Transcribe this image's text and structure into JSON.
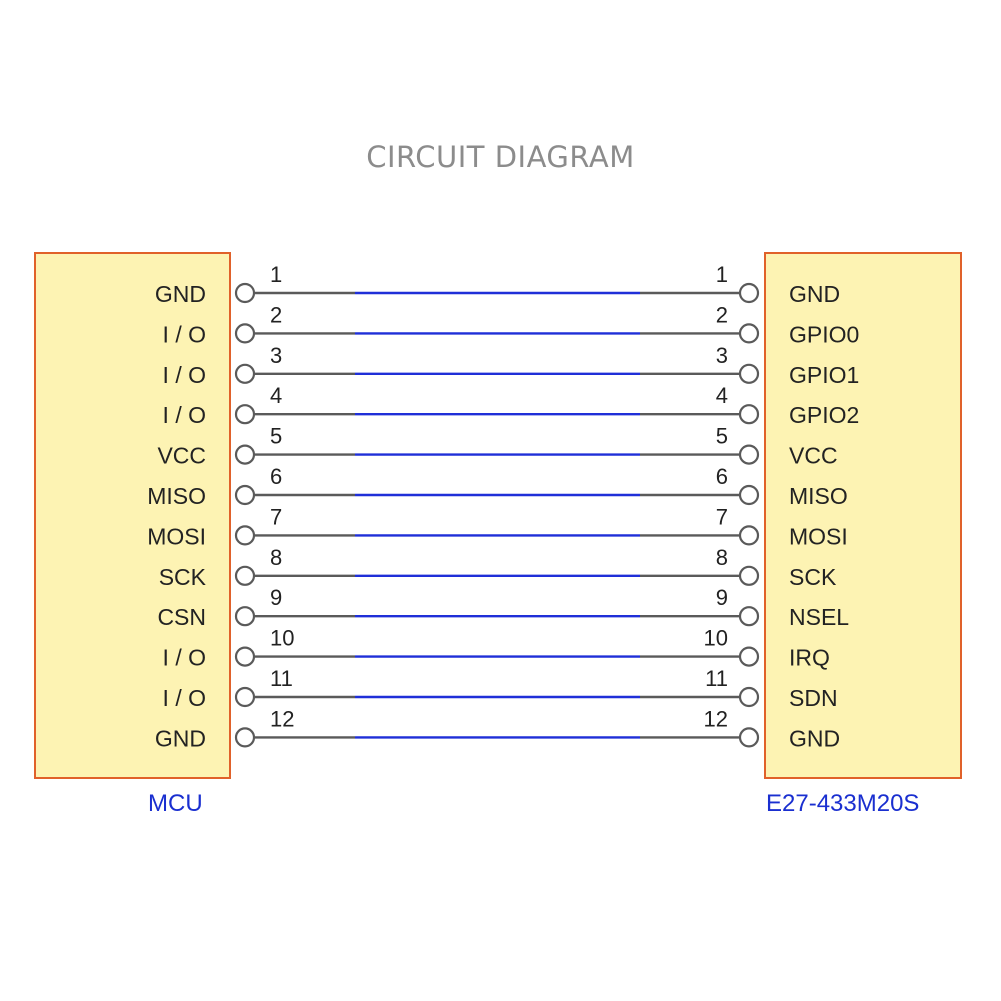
{
  "title": "CIRCUIT DIAGRAM",
  "left_block": {
    "label": "MCU",
    "pins": [
      "GND",
      "I / O",
      "I / O",
      "I / O",
      "VCC",
      "MISO",
      "MOSI",
      "SCK",
      "CSN",
      "I / O",
      "I / O",
      "GND"
    ]
  },
  "right_block": {
    "label": "E27-433M20S",
    "pins": [
      "GND",
      "GPIO0",
      "GPIO1",
      "GPIO2",
      "VCC",
      "MISO",
      "MOSI",
      "SCK",
      "NSEL",
      "IRQ",
      "SDN",
      "GND"
    ]
  },
  "wire_numbers": [
    "1",
    "2",
    "3",
    "4",
    "5",
    "6",
    "7",
    "8",
    "9",
    "10",
    "11",
    "12"
  ],
  "colors": {
    "block_fill": "#fdf3b3",
    "block_border": "#e0612a",
    "wire_gray": "#5a5a5a",
    "wire_blue": "#1f2fd8",
    "title": "#8c8c8c",
    "block_label": "#1a2fd0",
    "text": "#222222"
  }
}
